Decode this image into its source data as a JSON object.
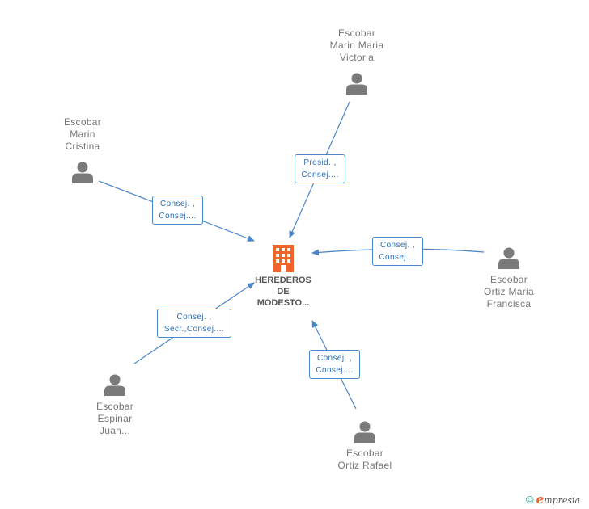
{
  "company": {
    "lines": [
      "HEREDEROS",
      "DE",
      "MODESTO..."
    ],
    "icon": "building-icon",
    "color": "#f0652b"
  },
  "people": [
    {
      "id": "victoria",
      "lines": [
        "Escobar",
        "Marin Maria",
        "Victoria"
      ],
      "icon": "person-icon"
    },
    {
      "id": "cristina",
      "lines": [
        "Escobar",
        "Marin",
        "Cristina"
      ],
      "icon": "person-icon"
    },
    {
      "id": "francisca",
      "lines": [
        "Escobar",
        "Ortiz Maria",
        "Francisca"
      ],
      "icon": "person-icon"
    },
    {
      "id": "juan",
      "lines": [
        "Escobar",
        "Espinar",
        "Juan..."
      ],
      "icon": "person-icon"
    },
    {
      "id": "rafael",
      "lines": [
        "Escobar",
        "Ortiz Rafael"
      ],
      "icon": "person-icon"
    }
  ],
  "relations": [
    {
      "from": "victoria",
      "lines": [
        "Presid. ,",
        "Consej...."
      ]
    },
    {
      "from": "cristina",
      "lines": [
        "Consej. ,",
        "Consej...."
      ]
    },
    {
      "from": "francisca",
      "lines": [
        "Consej. ,",
        "Consej...."
      ]
    },
    {
      "from": "juan",
      "lines": [
        "Consej. ,",
        "Secr.,Consej...."
      ]
    },
    {
      "from": "rafael",
      "lines": [
        "Consej. ,",
        "Consej...."
      ]
    }
  ],
  "colors": {
    "edge": "#4a86c8",
    "person": "#7a7a7a",
    "text": "#777777"
  },
  "footer": {
    "copyright": "©",
    "brand_initial": "e",
    "brand_rest": "mpresia"
  }
}
